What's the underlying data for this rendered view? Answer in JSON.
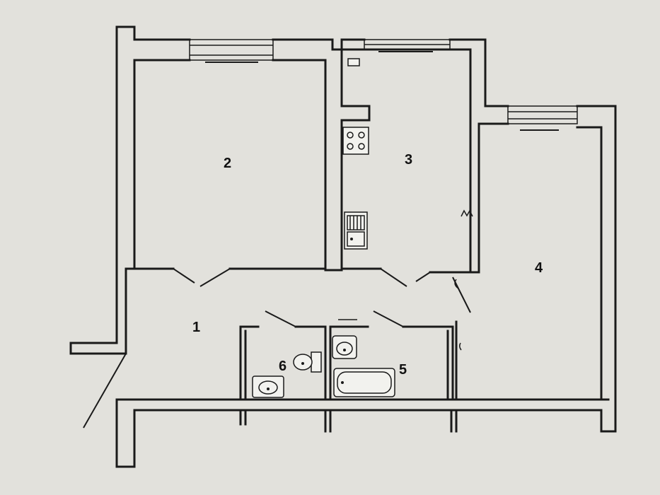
{
  "rooms": [
    {
      "number": "1"
    },
    {
      "number": "2"
    },
    {
      "number": "3"
    },
    {
      "number": "4"
    },
    {
      "number": "5"
    },
    {
      "number": "6"
    }
  ],
  "colors": {
    "paper": "#e2e1dc",
    "wall": "#1a1a1a",
    "fixture_fill": "#f2f2ee"
  }
}
